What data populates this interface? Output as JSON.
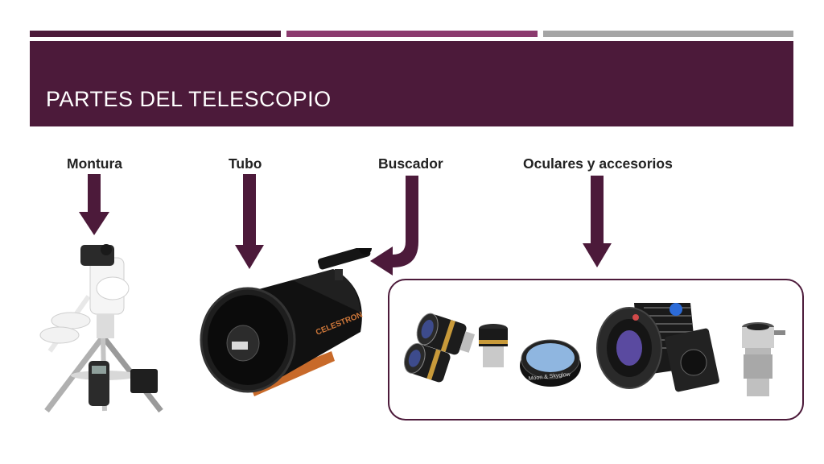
{
  "slide": {
    "title": "PARTES DEL TELESCOPIO",
    "colors": {
      "title_band": "#4c1a3a",
      "bar_dark": "#4c1a3a",
      "bar_mid": "#8b3a6e",
      "bar_gray": "#a5a5a5",
      "arrow": "#4c1a3a"
    }
  },
  "labels": {
    "montura": "Montura",
    "tubo": "Tubo",
    "buscador": "Buscador",
    "oculares": "Oculares y accesorios"
  },
  "illustrations": {
    "tube_brand": "CELESTRON",
    "filter_text": "Moon & Skyglow"
  }
}
